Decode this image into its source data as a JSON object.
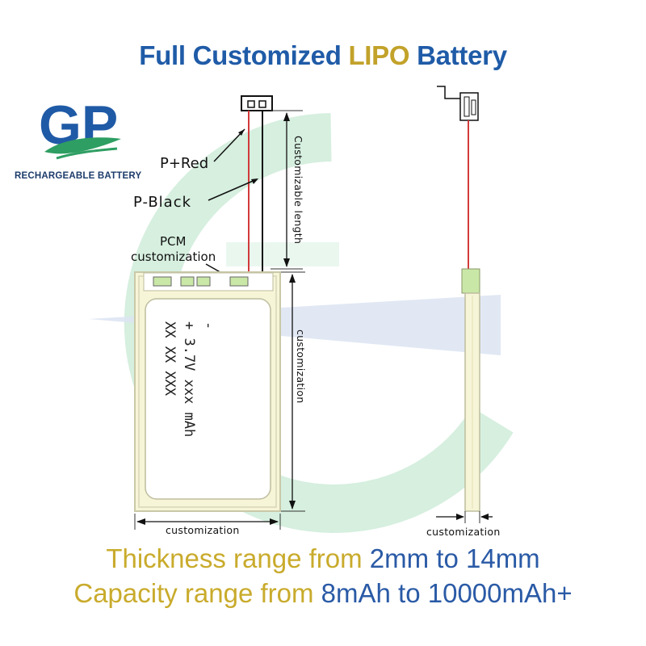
{
  "title": {
    "part1": "Full Customized ",
    "highlight": "LIPO",
    "part2": " Battery"
  },
  "logo": {
    "monogram": "GP",
    "caption": "RECHARGEABLE BATTERY"
  },
  "labels": {
    "p_red": "P+Red",
    "p_black": "P-Black",
    "pcm_line1": "PCM",
    "pcm_line2": "customization"
  },
  "dimensions": {
    "customizable_length": "Customizable length",
    "height": "customization",
    "width": "customization",
    "thickness": "customization"
  },
  "cell_print": {
    "line1": "-",
    "line2": "+ 3.7V xxx mAh",
    "line3": "XX XX XXX"
  },
  "specs": {
    "thickness_label": "Thickness range from ",
    "thickness_value": "2mm to 14mm",
    "capacity_label": "Capacity range from ",
    "capacity_value": "8mAh to 10000mAh+"
  },
  "colors": {
    "title_blue": "#1f5ba7",
    "lipo_gold": "#c2a22a",
    "spec_gold": "#c9ab2c",
    "spec_blue": "#2a5aa6",
    "watermark_green": "#d6efdf",
    "watermark_blue": "#dce4f2",
    "cell_body": "#f7f5d8",
    "red_wire": "#d23b3b"
  }
}
